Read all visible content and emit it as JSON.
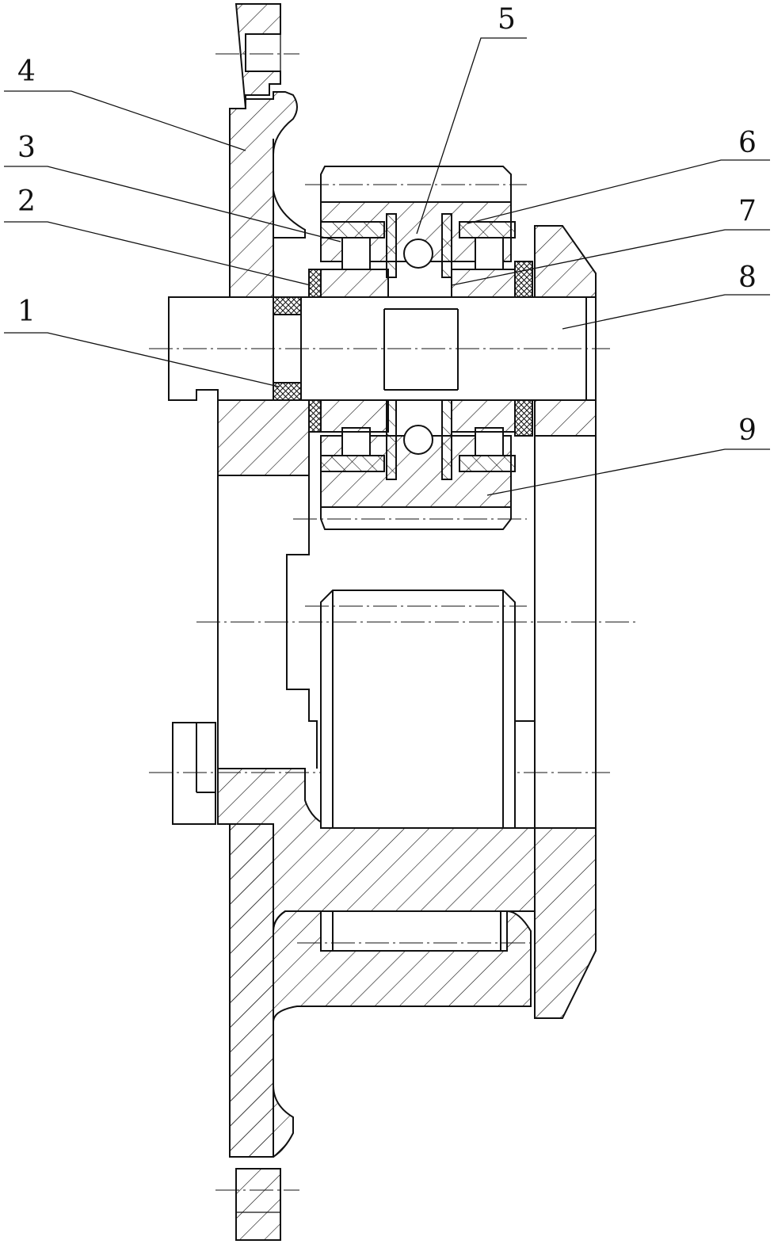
{
  "labels": {
    "p1": "1",
    "p2": "2",
    "p3": "3",
    "p4": "4",
    "p5": "5",
    "p6": "6",
    "p7": "7",
    "p8": "8",
    "p9": "9"
  }
}
